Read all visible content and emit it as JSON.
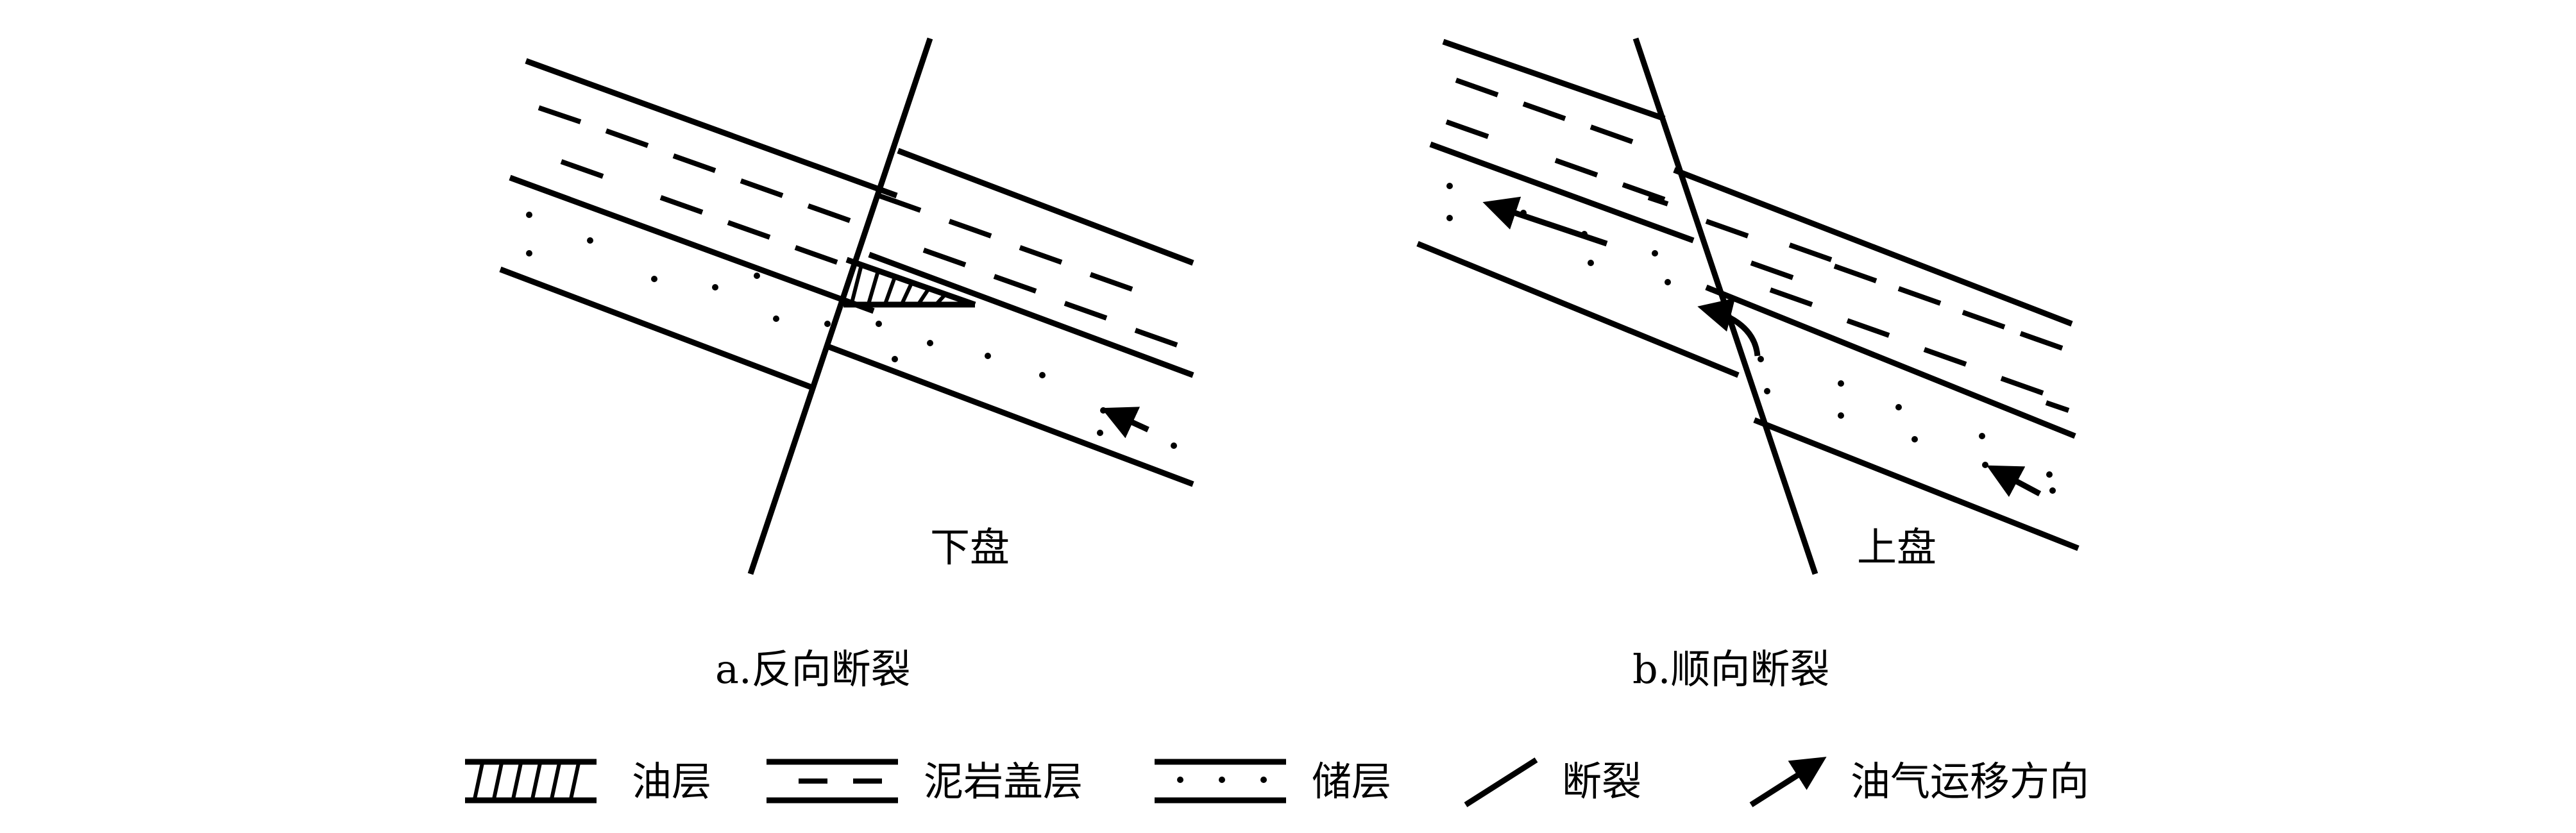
{
  "panels": {
    "a": {
      "caption": "a.反向断裂",
      "block_label": "下盘"
    },
    "b": {
      "caption": "b.顺向断裂",
      "block_label": "上盘"
    }
  },
  "legend": {
    "oil_layer": "油层",
    "mudstone_cap": "泥岩盖层",
    "reservoir": "储层",
    "fault": "断裂",
    "migration": "油气运移方向"
  },
  "colors": {
    "ink": "#000000",
    "background": "#ffffff"
  }
}
